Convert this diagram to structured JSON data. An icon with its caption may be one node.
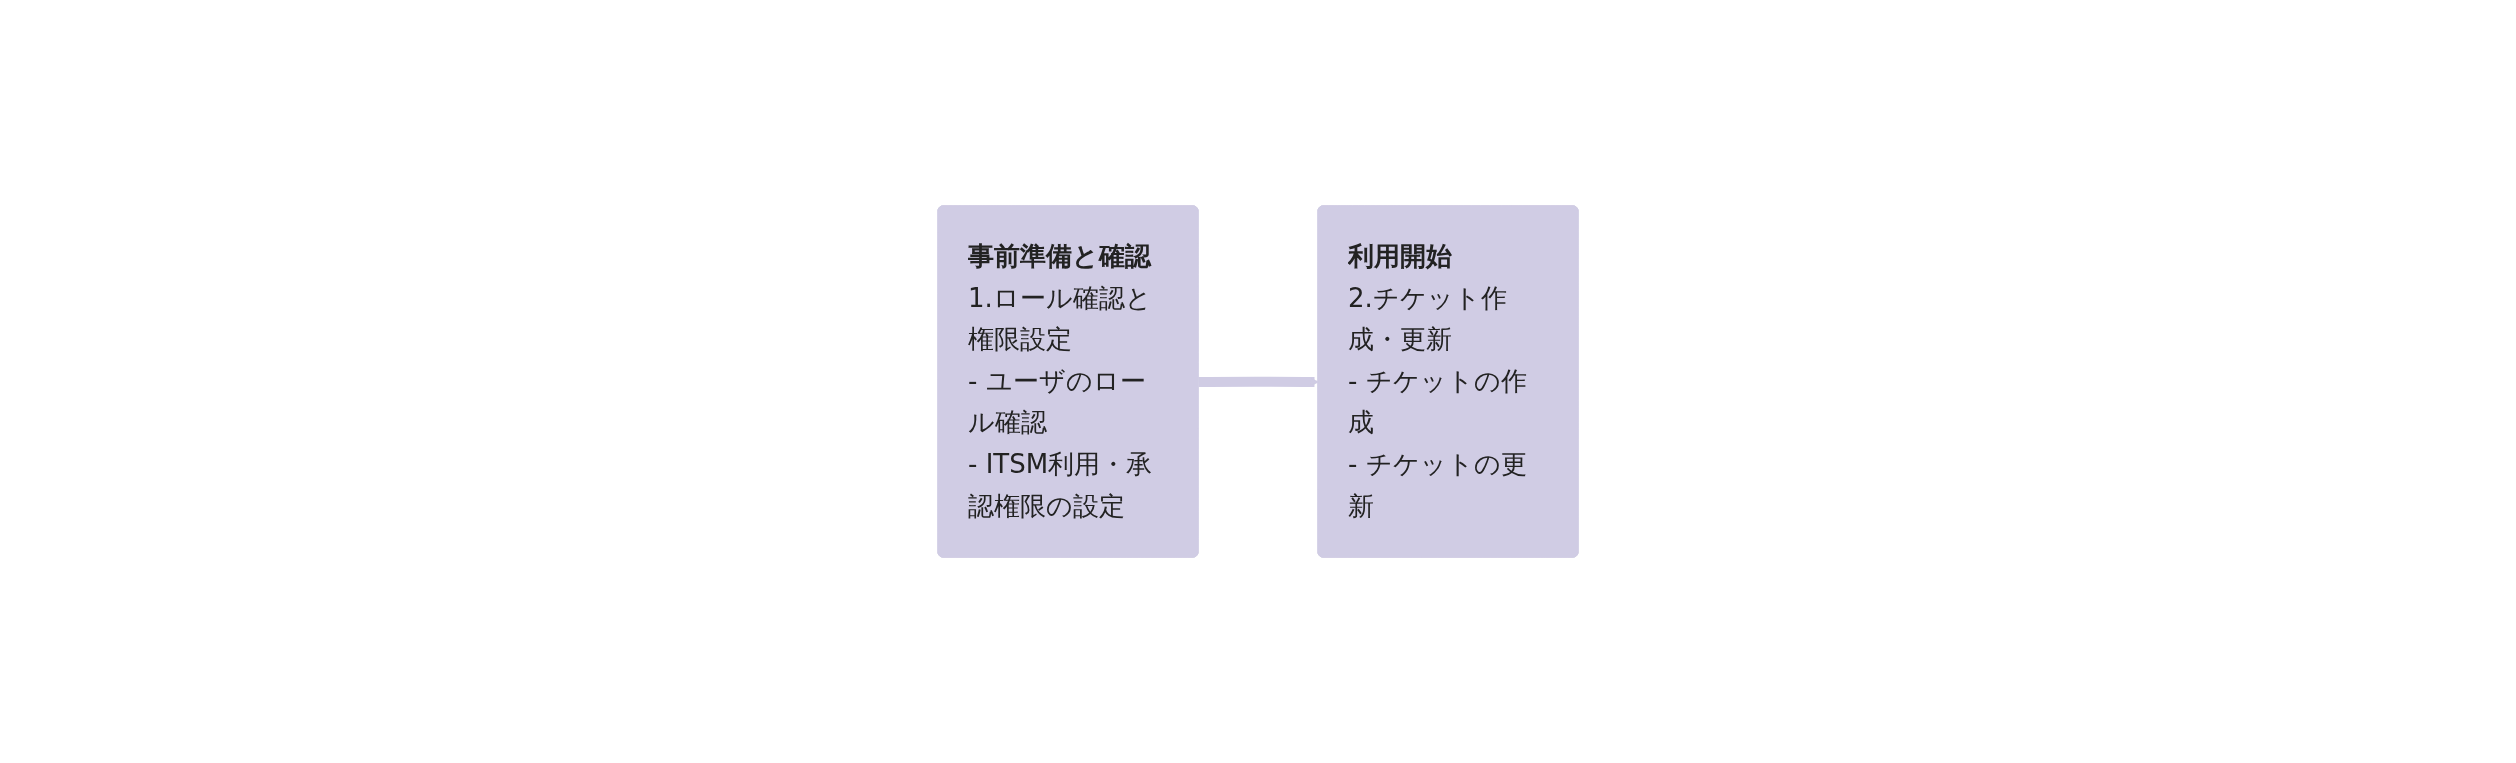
{
  "diagram": {
    "nodes": [
      {
        "text": [
          "事前準備と確認",
          "1.ロール確認と権限設定",
          "- ユーザのロール確認",
          "- ITSM利用・承認権限の設定"
        ]
      },
      {
        "text": [
          "利用開始",
          "2.チケット作成・更新",
          "- チケットの作成",
          "- チケットの更新"
        ]
      }
    ],
    "edges": [
      {
        "from": 0,
        "to": 1,
        "arrow": "to"
      }
    ]
  }
}
